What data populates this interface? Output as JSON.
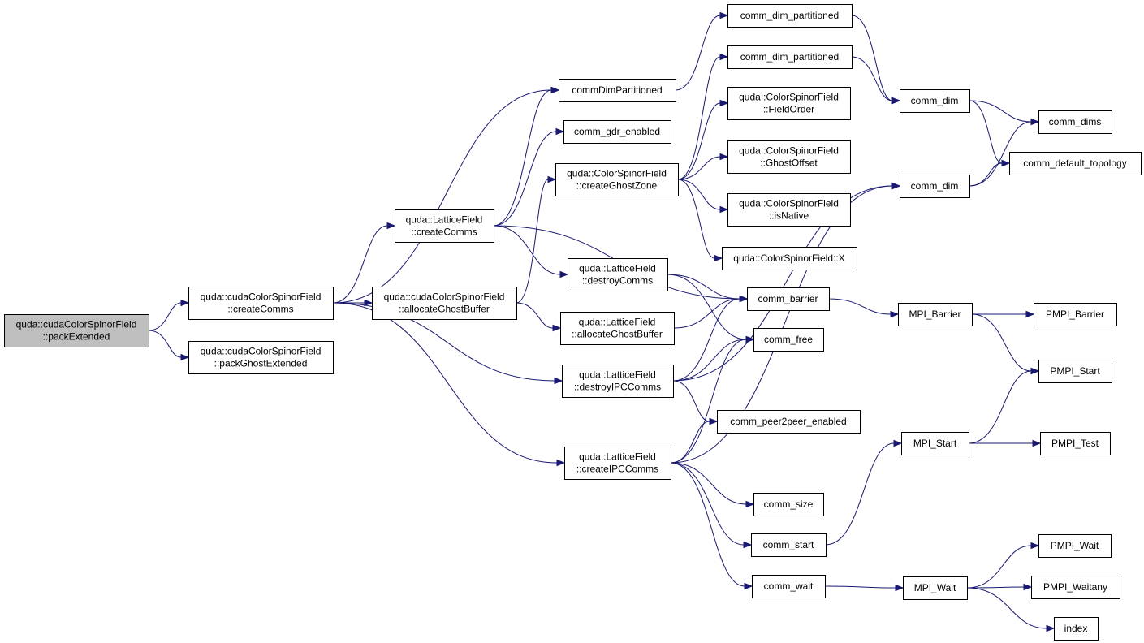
{
  "colors": {
    "edge": "#191970",
    "node_fill": "#ffffff",
    "root_fill": "#bfbfbf",
    "border": "#000000"
  },
  "nodes": [
    {
      "id": "packExtended",
      "lines": [
        "quda::cudaColorSpinorField",
        "::packExtended"
      ],
      "root": true
    },
    {
      "id": "cCSF_createComms",
      "lines": [
        "quda::cudaColorSpinorField",
        "::createComms"
      ]
    },
    {
      "id": "packGhostExtended",
      "lines": [
        "quda::cudaColorSpinorField",
        "::packGhostExtended"
      ]
    },
    {
      "id": "LF_createComms",
      "lines": [
        "quda::LatticeField",
        "::createComms"
      ]
    },
    {
      "id": "cCSF_allocateGhostBuffer",
      "lines": [
        "quda::cudaColorSpinorField",
        "::allocateGhostBuffer"
      ]
    },
    {
      "id": "commDimPartitioned",
      "lines": [
        "commDimPartitioned"
      ]
    },
    {
      "id": "comm_gdr_enabled",
      "lines": [
        "comm_gdr_enabled"
      ]
    },
    {
      "id": "CSF_createGhostZone",
      "lines": [
        "quda::ColorSpinorField",
        "::createGhostZone"
      ]
    },
    {
      "id": "LF_destroyComms",
      "lines": [
        "quda::LatticeField",
        "::destroyComms"
      ]
    },
    {
      "id": "LF_allocateGhostBuffer",
      "lines": [
        "quda::LatticeField",
        "::allocateGhostBuffer"
      ]
    },
    {
      "id": "LF_destroyIPCComms",
      "lines": [
        "quda::LatticeField",
        "::destroyIPCComms"
      ]
    },
    {
      "id": "LF_createIPCComms",
      "lines": [
        "quda::LatticeField",
        "::createIPCComms"
      ]
    },
    {
      "id": "comm_dim_partitioned_1",
      "lines": [
        "comm_dim_partitioned"
      ]
    },
    {
      "id": "comm_dim_partitioned_2",
      "lines": [
        "comm_dim_partitioned"
      ]
    },
    {
      "id": "CSF_FieldOrder",
      "lines": [
        "quda::ColorSpinorField",
        "::FieldOrder"
      ]
    },
    {
      "id": "CSF_GhostOffset",
      "lines": [
        "quda::ColorSpinorField",
        "::GhostOffset"
      ]
    },
    {
      "id": "CSF_isNative",
      "lines": [
        "quda::ColorSpinorField",
        "::isNative"
      ]
    },
    {
      "id": "CSF_X",
      "lines": [
        "quda::ColorSpinorField::X"
      ]
    },
    {
      "id": "comm_barrier",
      "lines": [
        "comm_barrier"
      ]
    },
    {
      "id": "comm_free",
      "lines": [
        "comm_free"
      ]
    },
    {
      "id": "comm_peer2peer_enabled",
      "lines": [
        "comm_peer2peer_enabled"
      ]
    },
    {
      "id": "comm_size",
      "lines": [
        "comm_size"
      ]
    },
    {
      "id": "comm_start",
      "lines": [
        "comm_start"
      ]
    },
    {
      "id": "comm_wait",
      "lines": [
        "comm_wait"
      ]
    },
    {
      "id": "comm_dim_1",
      "lines": [
        "comm_dim"
      ]
    },
    {
      "id": "comm_dim_2",
      "lines": [
        "comm_dim"
      ]
    },
    {
      "id": "MPI_Barrier",
      "lines": [
        "MPI_Barrier"
      ]
    },
    {
      "id": "MPI_Start",
      "lines": [
        "MPI_Start"
      ]
    },
    {
      "id": "MPI_Wait",
      "lines": [
        "MPI_Wait"
      ]
    },
    {
      "id": "comm_dims",
      "lines": [
        "comm_dims"
      ]
    },
    {
      "id": "comm_default_topology",
      "lines": [
        "comm_default_topology"
      ]
    },
    {
      "id": "PMPI_Barrier",
      "lines": [
        "PMPI_Barrier"
      ]
    },
    {
      "id": "PMPI_Start",
      "lines": [
        "PMPI_Start"
      ]
    },
    {
      "id": "PMPI_Test",
      "lines": [
        "PMPI_Test"
      ]
    },
    {
      "id": "PMPI_Wait",
      "lines": [
        "PMPI_Wait"
      ]
    },
    {
      "id": "PMPI_Waitany",
      "lines": [
        "PMPI_Waitany"
      ]
    },
    {
      "id": "index",
      "lines": [
        "index"
      ]
    }
  ],
  "edges": [
    [
      "packExtended",
      "cCSF_createComms"
    ],
    [
      "packExtended",
      "packGhostExtended"
    ],
    [
      "cCSF_createComms",
      "LF_createComms"
    ],
    [
      "cCSF_createComms",
      "cCSF_allocateGhostBuffer"
    ],
    [
      "cCSF_createComms",
      "commDimPartitioned"
    ],
    [
      "cCSF_createComms",
      "LF_destroyIPCComms"
    ],
    [
      "cCSF_createComms",
      "LF_createIPCComms"
    ],
    [
      "LF_createComms",
      "commDimPartitioned"
    ],
    [
      "LF_createComms",
      "comm_gdr_enabled"
    ],
    [
      "LF_createComms",
      "LF_destroyComms"
    ],
    [
      "LF_createComms",
      "comm_barrier"
    ],
    [
      "cCSF_allocateGhostBuffer",
      "CSF_createGhostZone"
    ],
    [
      "cCSF_allocateGhostBuffer",
      "LF_allocateGhostBuffer"
    ],
    [
      "commDimPartitioned",
      "comm_dim_partitioned_1"
    ],
    [
      "CSF_createGhostZone",
      "comm_dim_partitioned_2"
    ],
    [
      "CSF_createGhostZone",
      "CSF_FieldOrder"
    ],
    [
      "CSF_createGhostZone",
      "CSF_GhostOffset"
    ],
    [
      "CSF_createGhostZone",
      "CSF_isNative"
    ],
    [
      "CSF_createGhostZone",
      "CSF_X"
    ],
    [
      "LF_destroyComms",
      "comm_barrier"
    ],
    [
      "LF_destroyComms",
      "comm_free"
    ],
    [
      "LF_allocateGhostBuffer",
      "comm_barrier"
    ],
    [
      "LF_destroyIPCComms",
      "comm_barrier"
    ],
    [
      "LF_destroyIPCComms",
      "comm_free"
    ],
    [
      "LF_destroyIPCComms",
      "comm_peer2peer_enabled"
    ],
    [
      "LF_destroyIPCComms",
      "comm_dim_2"
    ],
    [
      "LF_createIPCComms",
      "comm_free"
    ],
    [
      "LF_createIPCComms",
      "comm_peer2peer_enabled"
    ],
    [
      "LF_createIPCComms",
      "comm_dim_2"
    ],
    [
      "LF_createIPCComms",
      "comm_size"
    ],
    [
      "LF_createIPCComms",
      "comm_start"
    ],
    [
      "LF_createIPCComms",
      "comm_wait"
    ],
    [
      "comm_dim_partitioned_1",
      "comm_dim_1"
    ],
    [
      "comm_dim_partitioned_2",
      "comm_dim_1"
    ],
    [
      "comm_dim_1",
      "comm_dims"
    ],
    [
      "comm_dim_1",
      "comm_default_topology"
    ],
    [
      "comm_dim_2",
      "comm_dims"
    ],
    [
      "comm_dim_2",
      "comm_default_topology"
    ],
    [
      "comm_barrier",
      "MPI_Barrier"
    ],
    [
      "comm_start",
      "MPI_Start"
    ],
    [
      "comm_wait",
      "MPI_Wait"
    ],
    [
      "MPI_Barrier",
      "PMPI_Barrier"
    ],
    [
      "MPI_Barrier",
      "PMPI_Start"
    ],
    [
      "MPI_Start",
      "PMPI_Start"
    ],
    [
      "MPI_Start",
      "PMPI_Test"
    ],
    [
      "MPI_Wait",
      "PMPI_Wait"
    ],
    [
      "MPI_Wait",
      "PMPI_Waitany"
    ],
    [
      "MPI_Wait",
      "index"
    ]
  ]
}
